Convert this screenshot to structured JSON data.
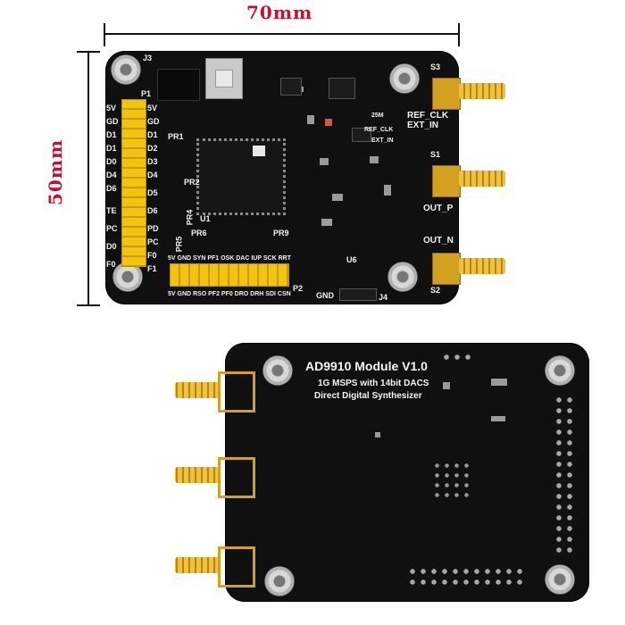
{
  "dimensions": {
    "width_label": "70mm",
    "height_label": "50mm"
  },
  "front": {
    "connector_labels": {
      "j3": "J3",
      "p1": "P1",
      "p2": "P2",
      "j4": "J4",
      "gnd": "GND",
      "u1": "U1",
      "u6": "U6",
      "s1": "S1",
      "s2": "S2",
      "s3": "S3",
      "ref_clk": "REF_CLK",
      "ext_in": "EXT_IN",
      "ref_clk_small": "REF_CLK",
      "ext_in_small": "EXT_IN",
      "m25": "25M",
      "out_p": "OUT_P",
      "out_n": "OUT_N",
      "pr1": "PR1",
      "pr2": "PR2",
      "pr4": "PR4",
      "pr5": "PR5",
      "pr6": "PR6",
      "pr9": "PR9"
    },
    "left_pins": [
      "5V",
      "GD",
      "D1",
      "D2",
      "D3",
      "D4",
      "D5",
      "D6",
      "PD",
      "PC",
      "F0",
      "F1"
    ],
    "left_pins_outer": [
      "5V",
      "GD",
      "D1",
      "D1",
      "D0",
      "D4",
      "D6",
      "TE",
      "PC",
      "D0",
      "F0"
    ],
    "bottom_pins": "5V GND RSO PF2 PF0 DRO DRH SDI CSN",
    "top_pins": "5V GND SYN PF1 OSK DAC IUP SCK RRT"
  },
  "back": {
    "title": "AD9910 Module V1.0",
    "line1": "1G MSPS with 14bit DACS",
    "line2": "Direct Digital Synthesizer"
  }
}
